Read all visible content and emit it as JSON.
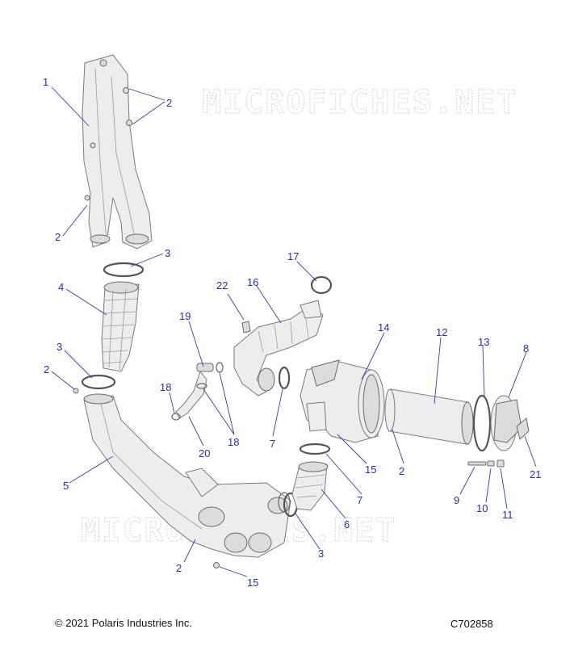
{
  "watermark": "MICROFICHES.NET",
  "copyright": "© 2021 Polaris Industries Inc.",
  "diagram_code": "C702858",
  "callouts": [
    "1",
    "2",
    "2",
    "3",
    "4",
    "3",
    "2",
    "5",
    "17",
    "22",
    "16",
    "19",
    "18",
    "20",
    "18",
    "7",
    "14",
    "12",
    "13",
    "8",
    "15",
    "2",
    "21",
    "7",
    "6",
    "3",
    "9",
    "10",
    "11",
    "2",
    "15"
  ]
}
